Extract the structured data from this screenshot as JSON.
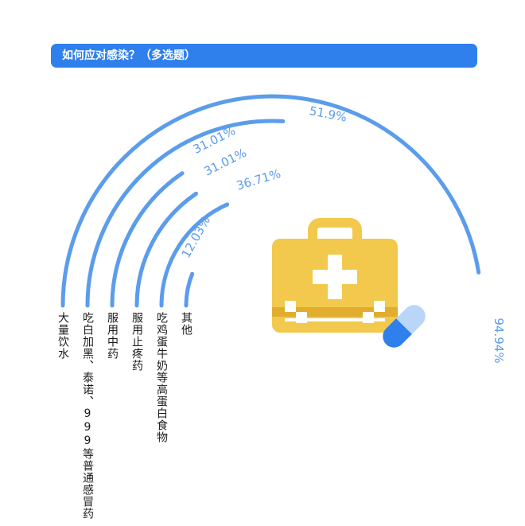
{
  "title": "如何应对感染？（多选题）",
  "colors": {
    "arc": "#5b9cec",
    "title_bg": "#2f80ed",
    "label": "#5b9cec",
    "kit_body": "#f2c94c",
    "kit_stripe": "#e0ad2e",
    "pill_blue": "#2f80ed",
    "pill_light": "#b9d6f7"
  },
  "icons": [
    "first-aid-kit-icon",
    "capsule-pill-icon"
  ],
  "chart_data": {
    "type": "radial-bar",
    "title": "如何应对感染？（多选题）",
    "categories": [
      "大量饮水",
      "吃白加黑、泰诺、999等普通感冒药",
      "服用中药",
      "服用止疼药",
      "吃鸡蛋牛奶等高蛋白食物",
      "其他"
    ],
    "values": [
      94.94,
      51.9,
      31.01,
      31.01,
      36.71,
      12.03
    ],
    "value_labels": [
      "94.94%",
      "51.9%",
      "31.01%",
      "31.01%",
      "36.71%",
      "12.03%"
    ],
    "unit": "%",
    "range": [
      0,
      100
    ]
  }
}
